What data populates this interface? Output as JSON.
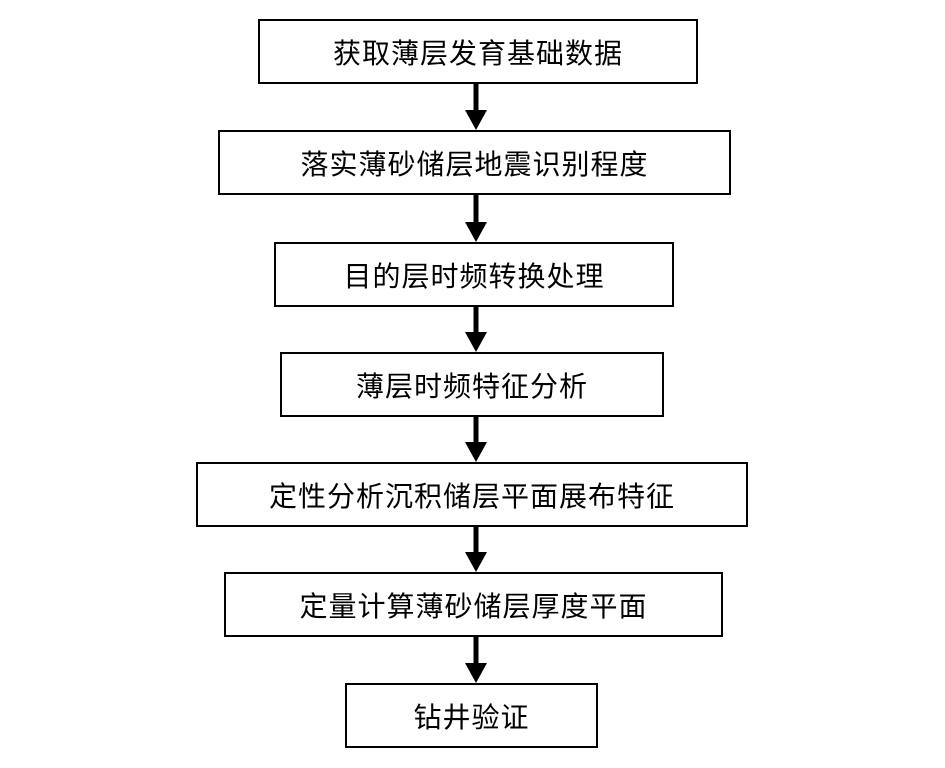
{
  "steps": [
    "获取薄层发育基础数据",
    "落实薄砂储层地震识别程度",
    "目的层时频转换处理",
    "薄层时频特征分析",
    "定性分析沉积储层平面展布特征",
    "定量计算薄砂储层厚度平面",
    "钻井验证"
  ],
  "colors": {
    "stroke": "#000000",
    "background": "#ffffff"
  }
}
